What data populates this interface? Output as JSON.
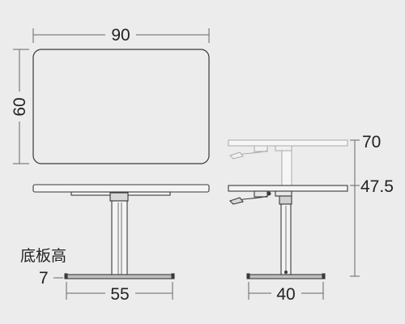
{
  "dimensions": {
    "top_width": "90",
    "top_depth": "60",
    "max_height": "70",
    "min_height": "47.5",
    "base_height_label": "底板高",
    "base_height": "7",
    "base_width": "55",
    "base_depth": "40"
  },
  "colors": {
    "background": "#ececec",
    "line": "#3a3a3a",
    "ghost": "#aaaaaa",
    "dimension_line": "#666666"
  }
}
